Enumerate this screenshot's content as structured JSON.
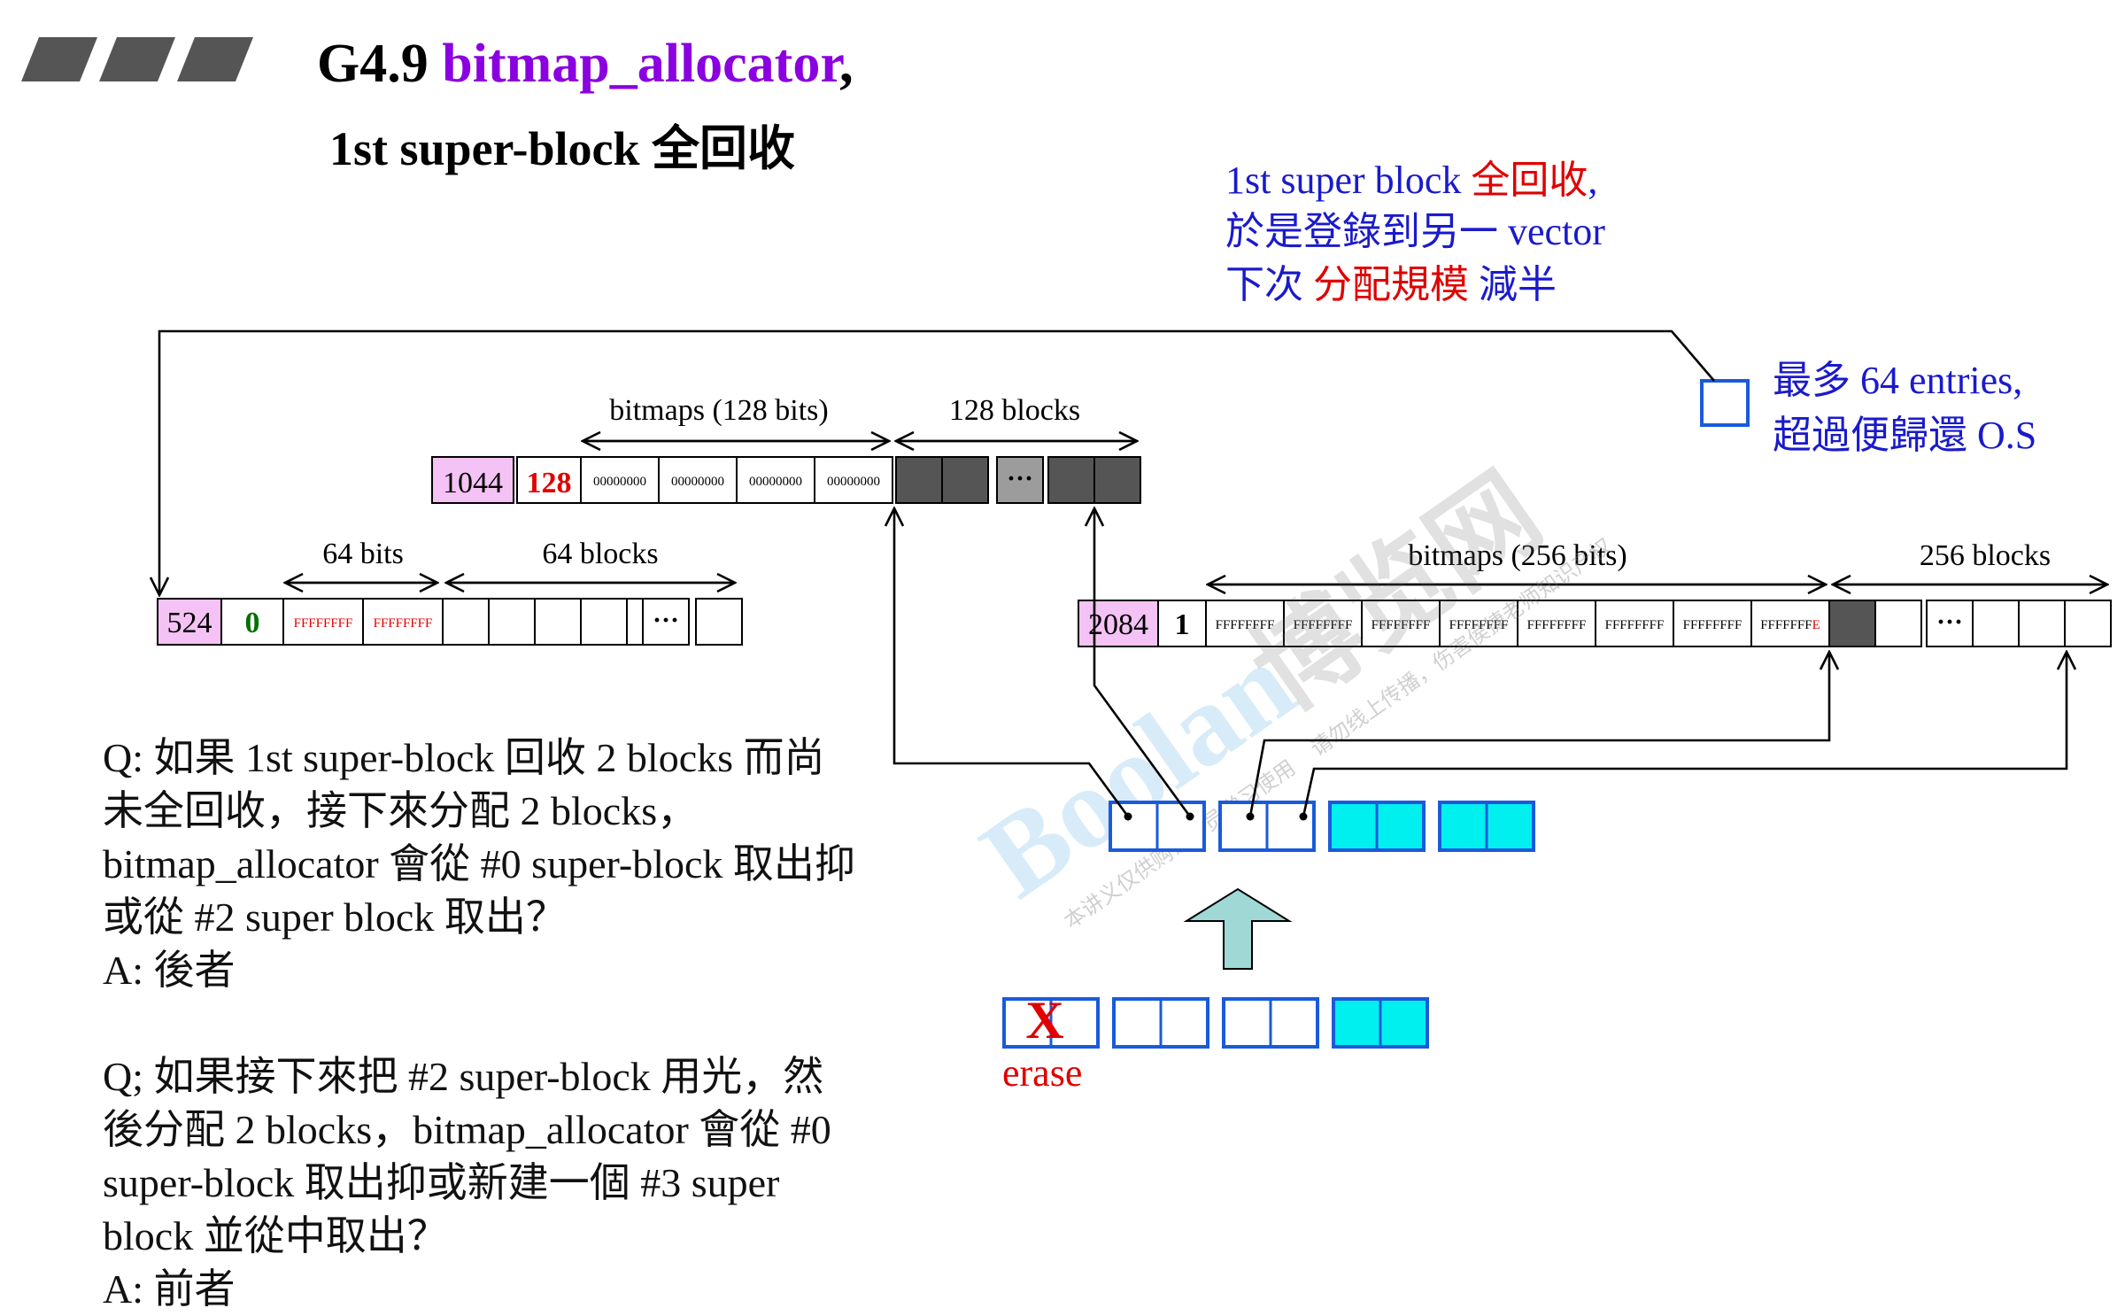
{
  "header": {
    "title_prefix": "G4.9 ",
    "title_highlight": "bitmap_allocator",
    "title_suffix": ",",
    "subtitle": "1st super-block 全回收"
  },
  "colors": {
    "title_purple": "#8b00e0",
    "note_blue": "#1a1acc",
    "note_red": "#e00000",
    "header_pink": "#f4c2f4",
    "block_gray": "#555555",
    "cyan_fill": "#00f0f0",
    "entry_blue": "#1a5adc",
    "arrow_teal": "#9fd8d4",
    "count_green": "#007000"
  },
  "annotations": {
    "top_note": {
      "line1_blue": "1st super block ",
      "line1_red": "全回收",
      "line1_tail": ",",
      "line2": "於是登錄到另一 vector",
      "line3_a": "下次 ",
      "line3_red": "分配規模",
      "line3_b": " 減半"
    },
    "entries_note": {
      "line1": "最多 64 entries,",
      "line2": "超過便歸還 O.S"
    }
  },
  "super_blocks": {
    "sb128": {
      "size": "1044",
      "count": "128",
      "bitmap_label": "bitmaps (128 bits)",
      "blocks_label": "128 blocks",
      "bitmap_words": [
        "00000000",
        "00000000",
        "00000000",
        "00000000"
      ],
      "ellipsis": "···"
    },
    "sb64": {
      "size": "524",
      "count": "0",
      "bitmap_label": "64 bits",
      "blocks_label": "64 blocks",
      "bitmap_words": [
        "FFFFFFFF",
        "FFFFFFFF"
      ],
      "ellipsis": "···"
    },
    "sb256": {
      "size": "2084",
      "count": "1",
      "bitmap_label": "bitmaps (256 bits)",
      "blocks_label": "256 blocks",
      "bitmap_words": [
        "FFFFFFFF",
        "FFFFFFFF",
        "FFFFFFFF",
        "FFFFFFFF",
        "FFFFFFFF",
        "FFFFFFFF",
        "FFFFFFFF"
      ],
      "last_word_main": "FFFFFFF",
      "last_word_tail": "E",
      "ellipsis": "···"
    }
  },
  "vector_ops": {
    "erase_label": "erase",
    "erase_mark": "X"
  },
  "watermark": {
    "brand_latin": "Boolan",
    "brand_cjk": "博览网",
    "notice1": "本讲义仅供购课学员学习使用",
    "notice2": "请勿线上传播，伤害侯捷老师知识产权"
  },
  "qa": [
    {
      "q": "Q: 如果 1st super-block 回收 2 blocks 而尚未全回收，接下來分配 2 blocks，bitmap_allocator 會從 #0 super-block 取出抑或從 #2 super block 取出？",
      "a": "A: 後者"
    },
    {
      "q": "Q; 如果接下來把 #2 super-block 用光，然後分配 2 blocks，bitmap_allocator 會從 #0 super-block 取出抑或新建一個 #3 super block 並從中取出？",
      "a": "A: 前者"
    }
  ]
}
